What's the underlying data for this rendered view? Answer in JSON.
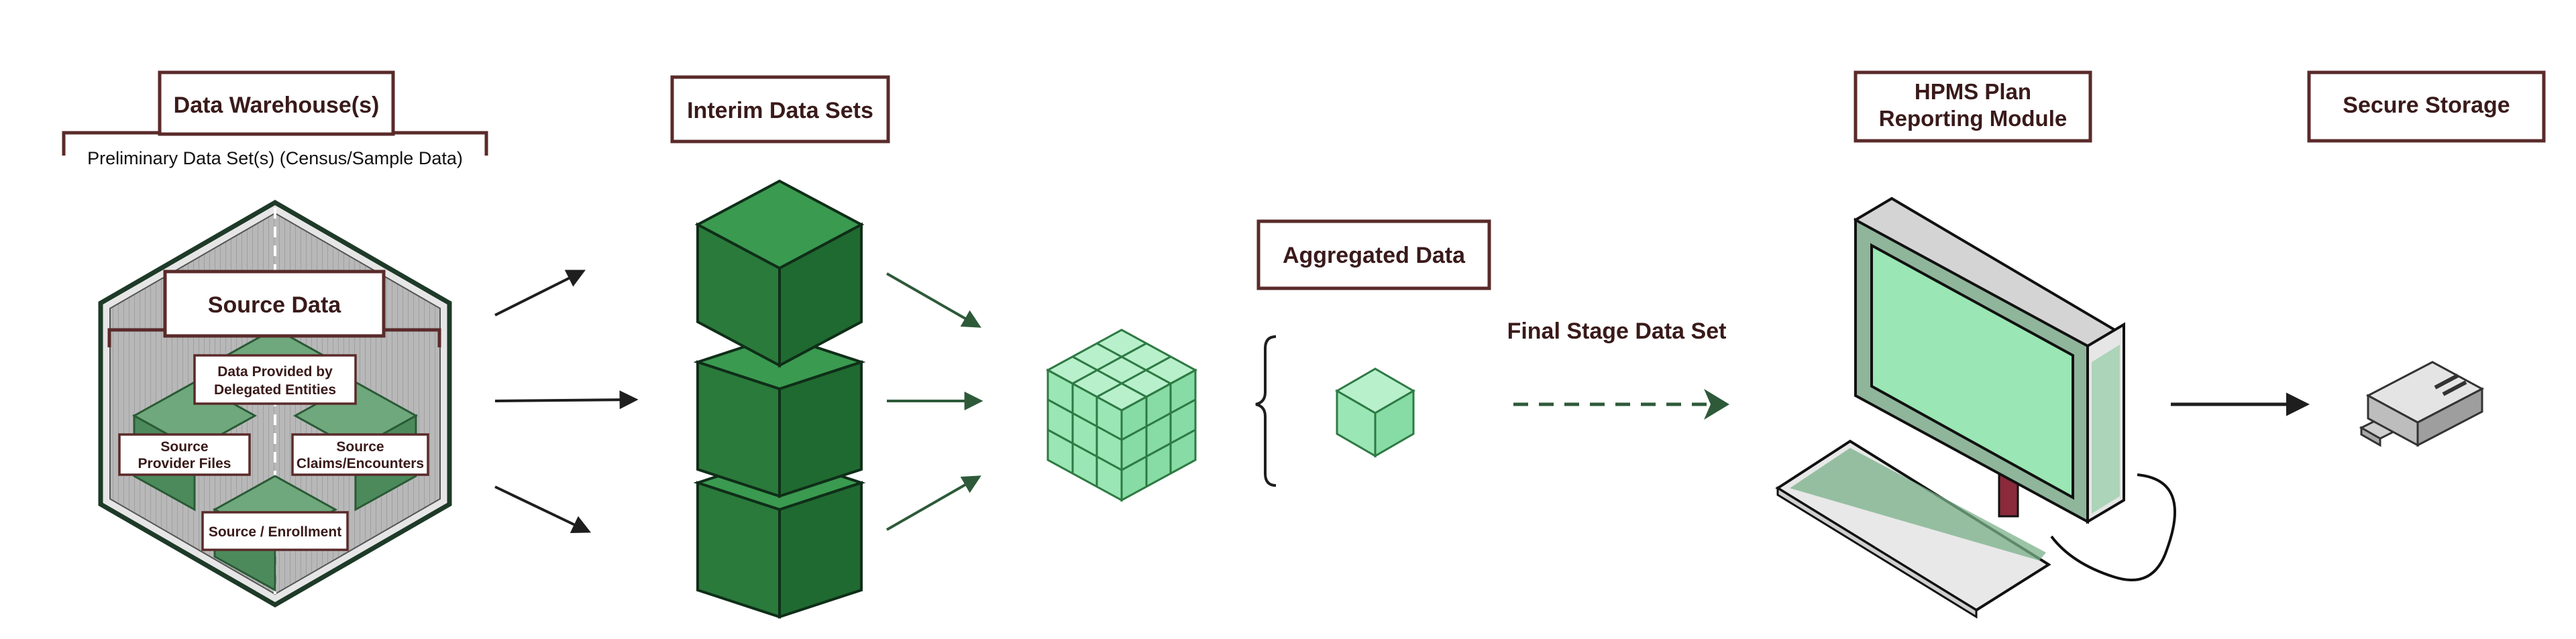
{
  "labels": {
    "data_warehouse": "Data Warehouse(s)",
    "preliminary": "Preliminary Data Set(s) (Census/Sample Data)",
    "source_data": "Source Data",
    "delegated_line1": "Data Provided by",
    "delegated_line2": "Delegated Entities",
    "provider_line1": "Source",
    "provider_line2": "Provider Files",
    "claims_line1": "Source",
    "claims_line2": "Claims/Encounters",
    "enrollment": "Source / Enrollment",
    "interim": "Interim Data Sets",
    "aggregated": "Aggregated Data",
    "final_stage": "Final Stage Data Set",
    "hpms_line1": "HPMS Plan",
    "hpms_line2": "Reporting Module",
    "secure_storage": "Secure Storage"
  },
  "colors": {
    "dark_green": "#2a7a3b",
    "mid_green": "#1f6a30",
    "light_green": "#9ae6b4",
    "border": "#5a2a2a",
    "arrow": "#1e1e1e",
    "arrow_green": "#2e5a3a"
  }
}
